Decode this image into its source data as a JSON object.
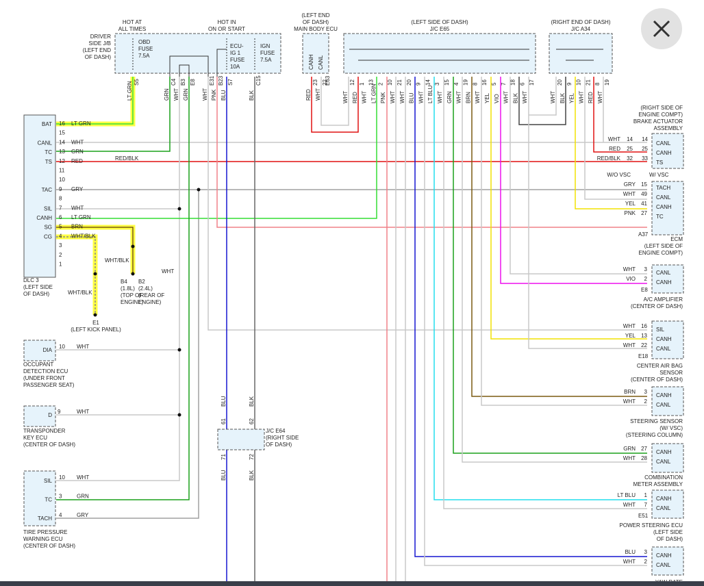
{
  "labels": {
    "jb_header1": "HOT AT",
    "jb_header2": "ALL TIMES",
    "jb_header3": "HOT IN",
    "jb_header4": "ON OR START",
    "jb_side1": "DRIVER",
    "jb_side2": "SIDE J/B",
    "jb_side3": "(LEFT END",
    "jb_side4": "OF DASH)",
    "fuse_obd": [
      "OBD",
      "FUSE",
      "7.5A"
    ],
    "fuse_ecu": [
      "ECU-",
      "IG 1",
      "FUSE",
      "10A"
    ],
    "fuse_ign": [
      "IGN",
      "FUSE",
      "7.5A"
    ],
    "mainbody": [
      "(LEFT END",
      "OF DASH)",
      "MAIN BODY ECU"
    ],
    "jc_e65": [
      "(LEFT SIDE OF DASH)",
      "J/C E65"
    ],
    "jc_a34": [
      "(RIGHT END OF DASH)",
      "J/C A34"
    ],
    "brake_act": [
      "(RIGHT SIDE OF",
      "ENGINE COMPT)",
      "BRAKE ACTUATOR",
      "ASSEMBLY"
    ],
    "wo_vsc": "W/O VSC",
    "w_vsc": "W/ VSC",
    "ecm": [
      "ECM",
      "(LEFT SIDE OF",
      "ENGINE COMPT)"
    ],
    "ecm_conn": "A37",
    "ac": [
      "A/C AMPLIFIER",
      "(CENTER OF DASH)"
    ],
    "ac_conn": "E8",
    "airbag": [
      "CENTER AIR BAG",
      "SENSOR",
      "(CENTER OF DASH)"
    ],
    "airbag_conn": "E18",
    "steer": [
      "STEERING SENSOR",
      "(W/ VSC)",
      "(STEERING COLUMN)"
    ],
    "combo": [
      "COMBINATION",
      "METER ASSEMBLY"
    ],
    "pwr": [
      "POWER STEERING ECU",
      "(LEFT SIDE",
      "OF DASH)"
    ],
    "pwr_conn": "E51",
    "dlc": [
      "DLC 3",
      "(LEFT SIDE",
      "OF DASH)"
    ],
    "ground_b4": [
      "B4",
      "(1.8L)",
      "(TOP OF",
      "ENGINE)"
    ],
    "ground_b2": [
      "B2",
      "(2.4L)",
      "(REAR OF",
      "ENGINE)"
    ],
    "ground_e1": [
      "E1",
      "(LEFT KICK PANEL)"
    ],
    "occupant": [
      "OCCUPANT",
      "DETECTION ECU",
      "(UNDER FRONT",
      "PASSENGER SEAT)"
    ],
    "transponder": [
      "TRANSPONDER",
      "KEY ECU",
      "(CENTER OF DASH)"
    ],
    "tire": [
      "TIRE PRESSURE",
      "WARNING ECU",
      "(CENTER OF DASH)"
    ],
    "jc_e64": [
      "J/C E64",
      "(RIGHT SIDE",
      "OF DASH)"
    ],
    "yaw_partial": "YAW RATE"
  },
  "dlc_pins": [
    {
      "name": "BAT",
      "pin": "16",
      "wire": "LT GRN"
    },
    {
      "name": "",
      "pin": "15",
      "wire": ""
    },
    {
      "name": "CANL",
      "pin": "14",
      "wire": "WHT"
    },
    {
      "name": "TC",
      "pin": "13",
      "wire": "GRN"
    },
    {
      "name": "TS",
      "pin": "12",
      "wire": "RED"
    },
    {
      "name": "",
      "pin": "11",
      "wire": ""
    },
    {
      "name": "",
      "pin": "10",
      "wire": ""
    },
    {
      "name": "TAC",
      "pin": "9",
      "wire": "GRY"
    },
    {
      "name": "",
      "pin": "8",
      "wire": ""
    },
    {
      "name": "SIL",
      "pin": "7",
      "wire": "WHT"
    },
    {
      "name": "CANH",
      "pin": "6",
      "wire": "LT GRN"
    },
    {
      "name": "SG",
      "pin": "5",
      "wire": "BRN"
    },
    {
      "name": "CG",
      "pin": "4",
      "wire": "WHT/BLK"
    },
    {
      "name": "",
      "pin": "3",
      "wire": ""
    },
    {
      "name": "",
      "pin": "2",
      "wire": ""
    },
    {
      "name": "",
      "pin": "1",
      "wire": ""
    }
  ],
  "jb_pins": [
    {
      "wire": "LT GRN",
      "pin": "S5"
    },
    {
      "wire": "GRN",
      "pin": "C4"
    },
    {
      "wire": "WHT",
      "pin": "B3"
    },
    {
      "wire": "GRN",
      "pin": "E8"
    },
    {
      "wire": "WHT",
      "pin": "E31"
    },
    {
      "wire": "PNK",
      "pin": "B23"
    },
    {
      "wire": "BLU",
      "pin": "S7"
    },
    {
      "wire": "BLK",
      "pin": "C15"
    }
  ],
  "mainbody_pins": [
    {
      "wire": "RED",
      "pin": "23",
      "name": "CANH"
    },
    {
      "wire": "WHT",
      "pin": "22",
      "name": "CANL"
    }
  ],
  "mainbody_conn": "E63",
  "e65_pins": [
    {
      "wire": "WHT",
      "pin": "12"
    },
    {
      "wire": "RED",
      "pin": "1"
    },
    {
      "wire": "WHT",
      "pin": "13"
    },
    {
      "wire": "LT GRN",
      "pin": "2"
    },
    {
      "wire": "PNK",
      "pin": "10"
    },
    {
      "wire": "WHT",
      "pin": "21"
    },
    {
      "wire": "WHT",
      "pin": "20"
    },
    {
      "wire": "BLU",
      "pin": "9"
    },
    {
      "wire": "WHT",
      "pin": "14"
    },
    {
      "wire": "LT BLU",
      "pin": "3"
    },
    {
      "wire": "WHT",
      "pin": "15"
    },
    {
      "wire": "GRN",
      "pin": "4"
    },
    {
      "wire": "WHT",
      "pin": "19"
    },
    {
      "wire": "BRN",
      "pin": "8"
    },
    {
      "wire": "WHT",
      "pin": "16"
    },
    {
      "wire": "YEL",
      "pin": "5"
    },
    {
      "wire": "VIO",
      "pin": "7"
    },
    {
      "wire": "WHT",
      "pin": "18"
    },
    {
      "wire": "BLK",
      "pin": "6"
    },
    {
      "wire": "WHT",
      "pin": "17"
    }
  ],
  "a34_pins": [
    {
      "wire": "WHT",
      "pin": "20"
    },
    {
      "wire": "BLK",
      "pin": "9"
    },
    {
      "wire": "YEL",
      "pin": "10"
    },
    {
      "wire": "WHT",
      "pin": "21"
    },
    {
      "wire": "RED",
      "pin": "8"
    },
    {
      "wire": "WHT",
      "pin": "19"
    }
  ],
  "brake_rows": [
    {
      "wire": "WHT",
      "pin1": "14",
      "pin2": "14",
      "name": "CANL"
    },
    {
      "wire": "RED",
      "pin1": "25",
      "pin2": "25",
      "name": "CANH"
    },
    {
      "wire": "RED/BLK",
      "pin1": "32",
      "pin2": "33",
      "name": "TS"
    }
  ],
  "ecm_rows": [
    {
      "wire": "GRY",
      "pin": "15",
      "name": "TACH"
    },
    {
      "wire": "WHT",
      "pin": "49",
      "name": "CANL"
    },
    {
      "wire": "YEL",
      "pin": "41",
      "name": "CANH"
    },
    {
      "wire": "PNK",
      "pin": "27",
      "name": "TC"
    }
  ],
  "ac_rows": [
    {
      "wire": "WHT",
      "pin": "3",
      "name": "CANL"
    },
    {
      "wire": "VIO",
      "pin": "2",
      "name": "CANH"
    }
  ],
  "airbag_rows": [
    {
      "wire": "WHT",
      "pin": "16",
      "name": "SIL"
    },
    {
      "wire": "YEL",
      "pin": "13",
      "name": "CANH"
    },
    {
      "wire": "WHT",
      "pin": "22",
      "name": "CANL"
    }
  ],
  "steer_rows": [
    {
      "wire": "BRN",
      "pin": "3",
      "name": "CANH"
    },
    {
      "wire": "WHT",
      "pin": "2",
      "name": "CANL"
    }
  ],
  "combo_rows": [
    {
      "wire": "GRN",
      "pin": "27",
      "name": "CANH"
    },
    {
      "wire": "WHT",
      "pin": "28",
      "name": "CANL"
    }
  ],
  "pwr_rows": [
    {
      "wire": "LT BLU",
      "pin": "1",
      "name": "CANH"
    },
    {
      "wire": "WHT",
      "pin": "7",
      "name": "CANL"
    }
  ],
  "yaw_rows": [
    {
      "wire": "BLU",
      "pin": "3",
      "name": "CANH"
    },
    {
      "wire": "WHT",
      "pin": "2",
      "name": "CANL"
    }
  ],
  "occupant_pin": {
    "name": "DIA",
    "pin": "10",
    "wire": "WHT"
  },
  "transponder_pin": {
    "name": "D",
    "pin": "9",
    "wire": "WHT"
  },
  "tire_rows": [
    {
      "name": "SIL",
      "pin": "10",
      "wire": "WHT"
    },
    {
      "name": "TC",
      "pin": "3",
      "wire": "GRN"
    },
    {
      "name": "TACH",
      "pin": "4",
      "wire": "GRY"
    }
  ],
  "misc_wires": {
    "redblk": "RED/BLK",
    "whtblk1": "WHT/BLK",
    "whtblk2": "WHT/BLK",
    "wht_mid": "WHT",
    "blu_v1": "BLU",
    "blk_v1": "BLK",
    "e64_in1": "61",
    "e64_in2": "62",
    "e64_out1": "71",
    "e64_out2": "72",
    "blu_v2": "BLU",
    "blk_v2": "BLK"
  },
  "colors": {
    "red": "#e01010",
    "white": "#c8c8c8",
    "gray": "#a0a0a0",
    "green": "#1aa01a",
    "ltgreen": "#33dd33",
    "blue": "#1515d0",
    "ltblue": "#22ddee",
    "pink": "#f08088",
    "yellow": "#f2e200",
    "violet": "#ee11ee",
    "brown": "#7a5a10",
    "black": "#444444",
    "highlight": "#ffff44"
  },
  "icons": {
    "close": "close-icon"
  }
}
